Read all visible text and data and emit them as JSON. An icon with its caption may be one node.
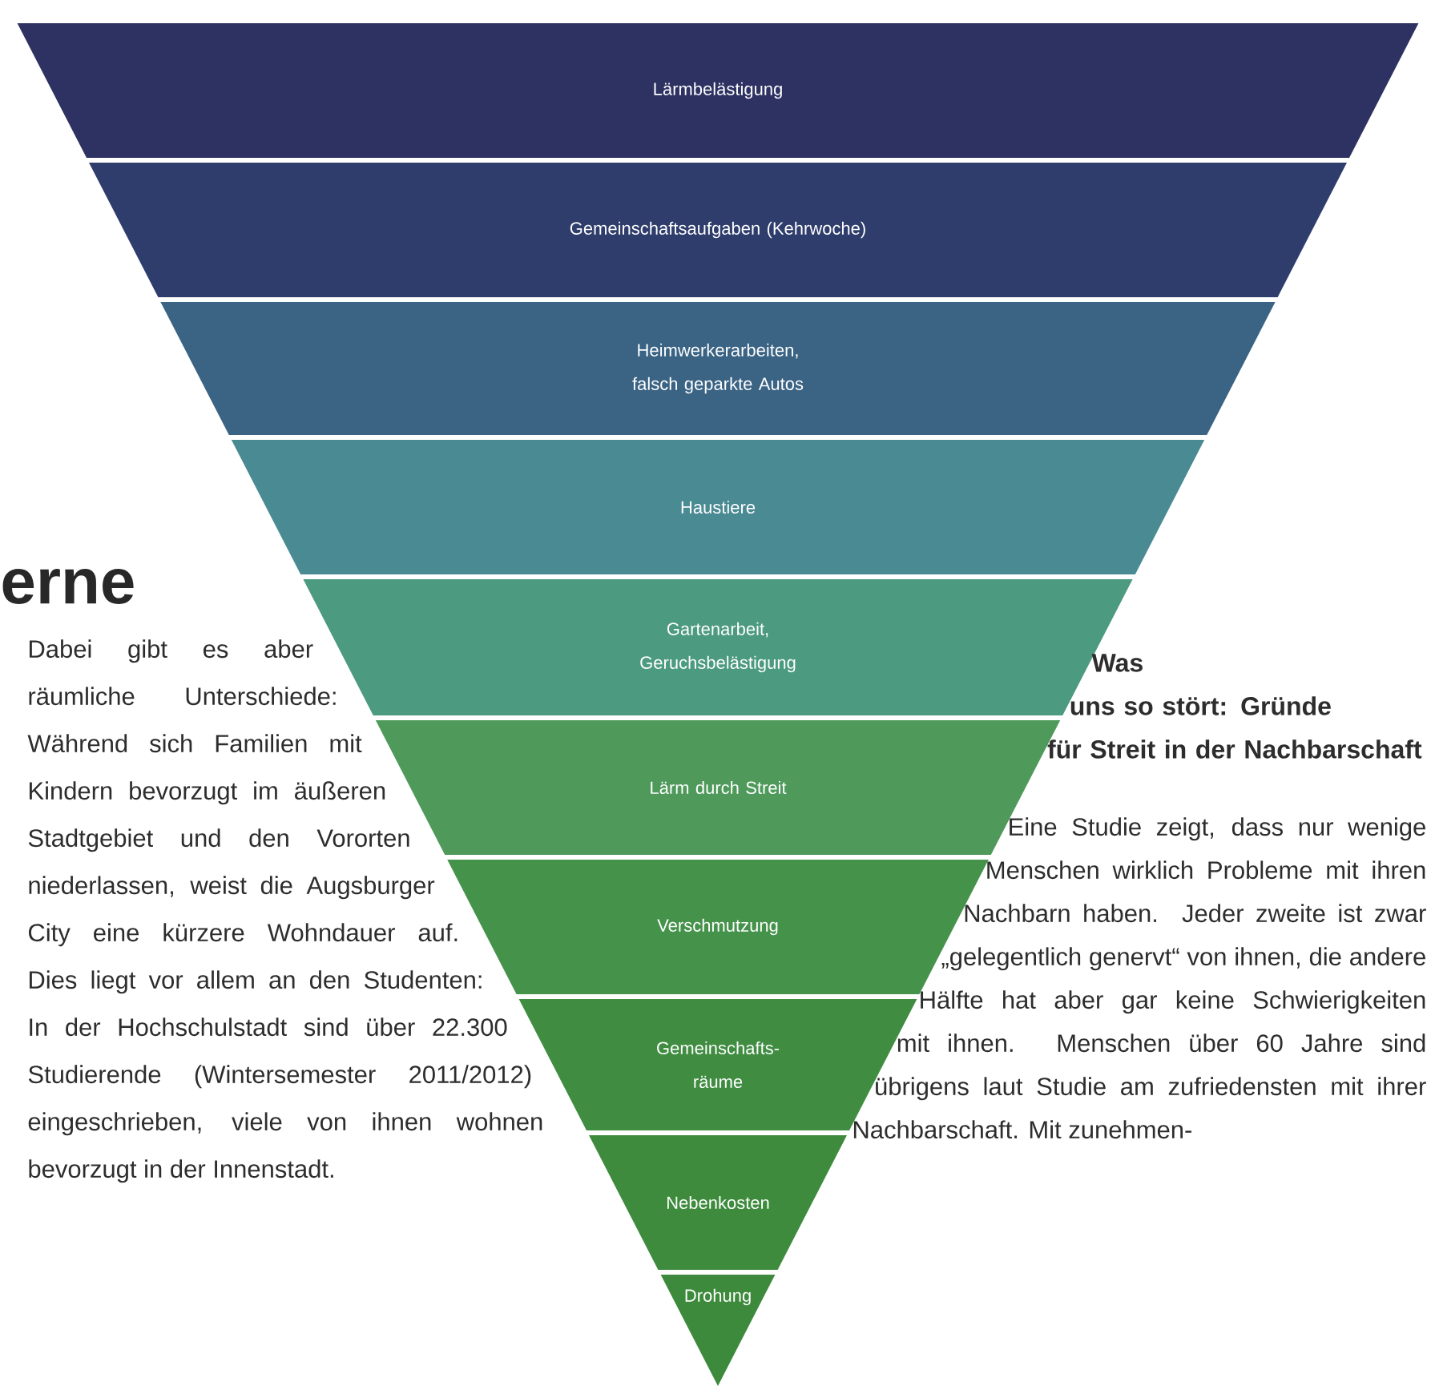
{
  "diagram": {
    "nodes": [
      {
        "text": [
          "Lärmbelästigung"
        ]
      },
      {
        "text": [
          "Gemeinschaftsaufgaben (Kehrwoche)"
        ]
      },
      {
        "text": [
          "Heimwerkerarbeiten, falsch geparkte Autos"
        ]
      },
      {
        "text": [
          "Haustiere"
        ]
      },
      {
        "text": [
          "Gartenarbeit, Geruchsbelästigung"
        ]
      },
      {
        "text": [
          "Lärm durch Streit"
        ]
      },
      {
        "text": [
          "Verschmutzung"
        ]
      },
      {
        "text": [
          "Gemeinschafts- räume"
        ]
      },
      {
        "text": [
          "Nebenkosten"
        ]
      },
      {
        "text": [
          "Drohung"
        ]
      }
    ],
    "labels": [
      "erne",
      "Dabei gibt es aber räumliche Unterschiede: Während sich Familien mit Kindern bevorzugt im äußeren Stadtgebiet und den Vororten niederlassen, weist die Augsburger City eine kürzere Wohndauer auf. Dies liegt vor allem an den Studenten: In der Hochschulstadt sind über 22.300 Studierende (Wintersemester 2011/2012) eingeschrieben, viele von ihnen wohnen bevorzugt in der Innenstadt.",
      "Was uns so stört: Gründe für Streit in der Nachbarschaft",
      "Eine Studie zeigt, dass nur wenige Menschen wirklich Probleme mit ihren Nachbarn haben. Jeder zweite ist zwar „gelegentlich genervt“ von ihnen, die andere Hälfte hat aber gar keine Schwierigkeiten mit ihnen. Menschen über 60 Jahre sind übrigens laut Studie am zufriedensten mit ihrer Nachbarschaft. Mit zunehmen-"
    ]
  }
}
